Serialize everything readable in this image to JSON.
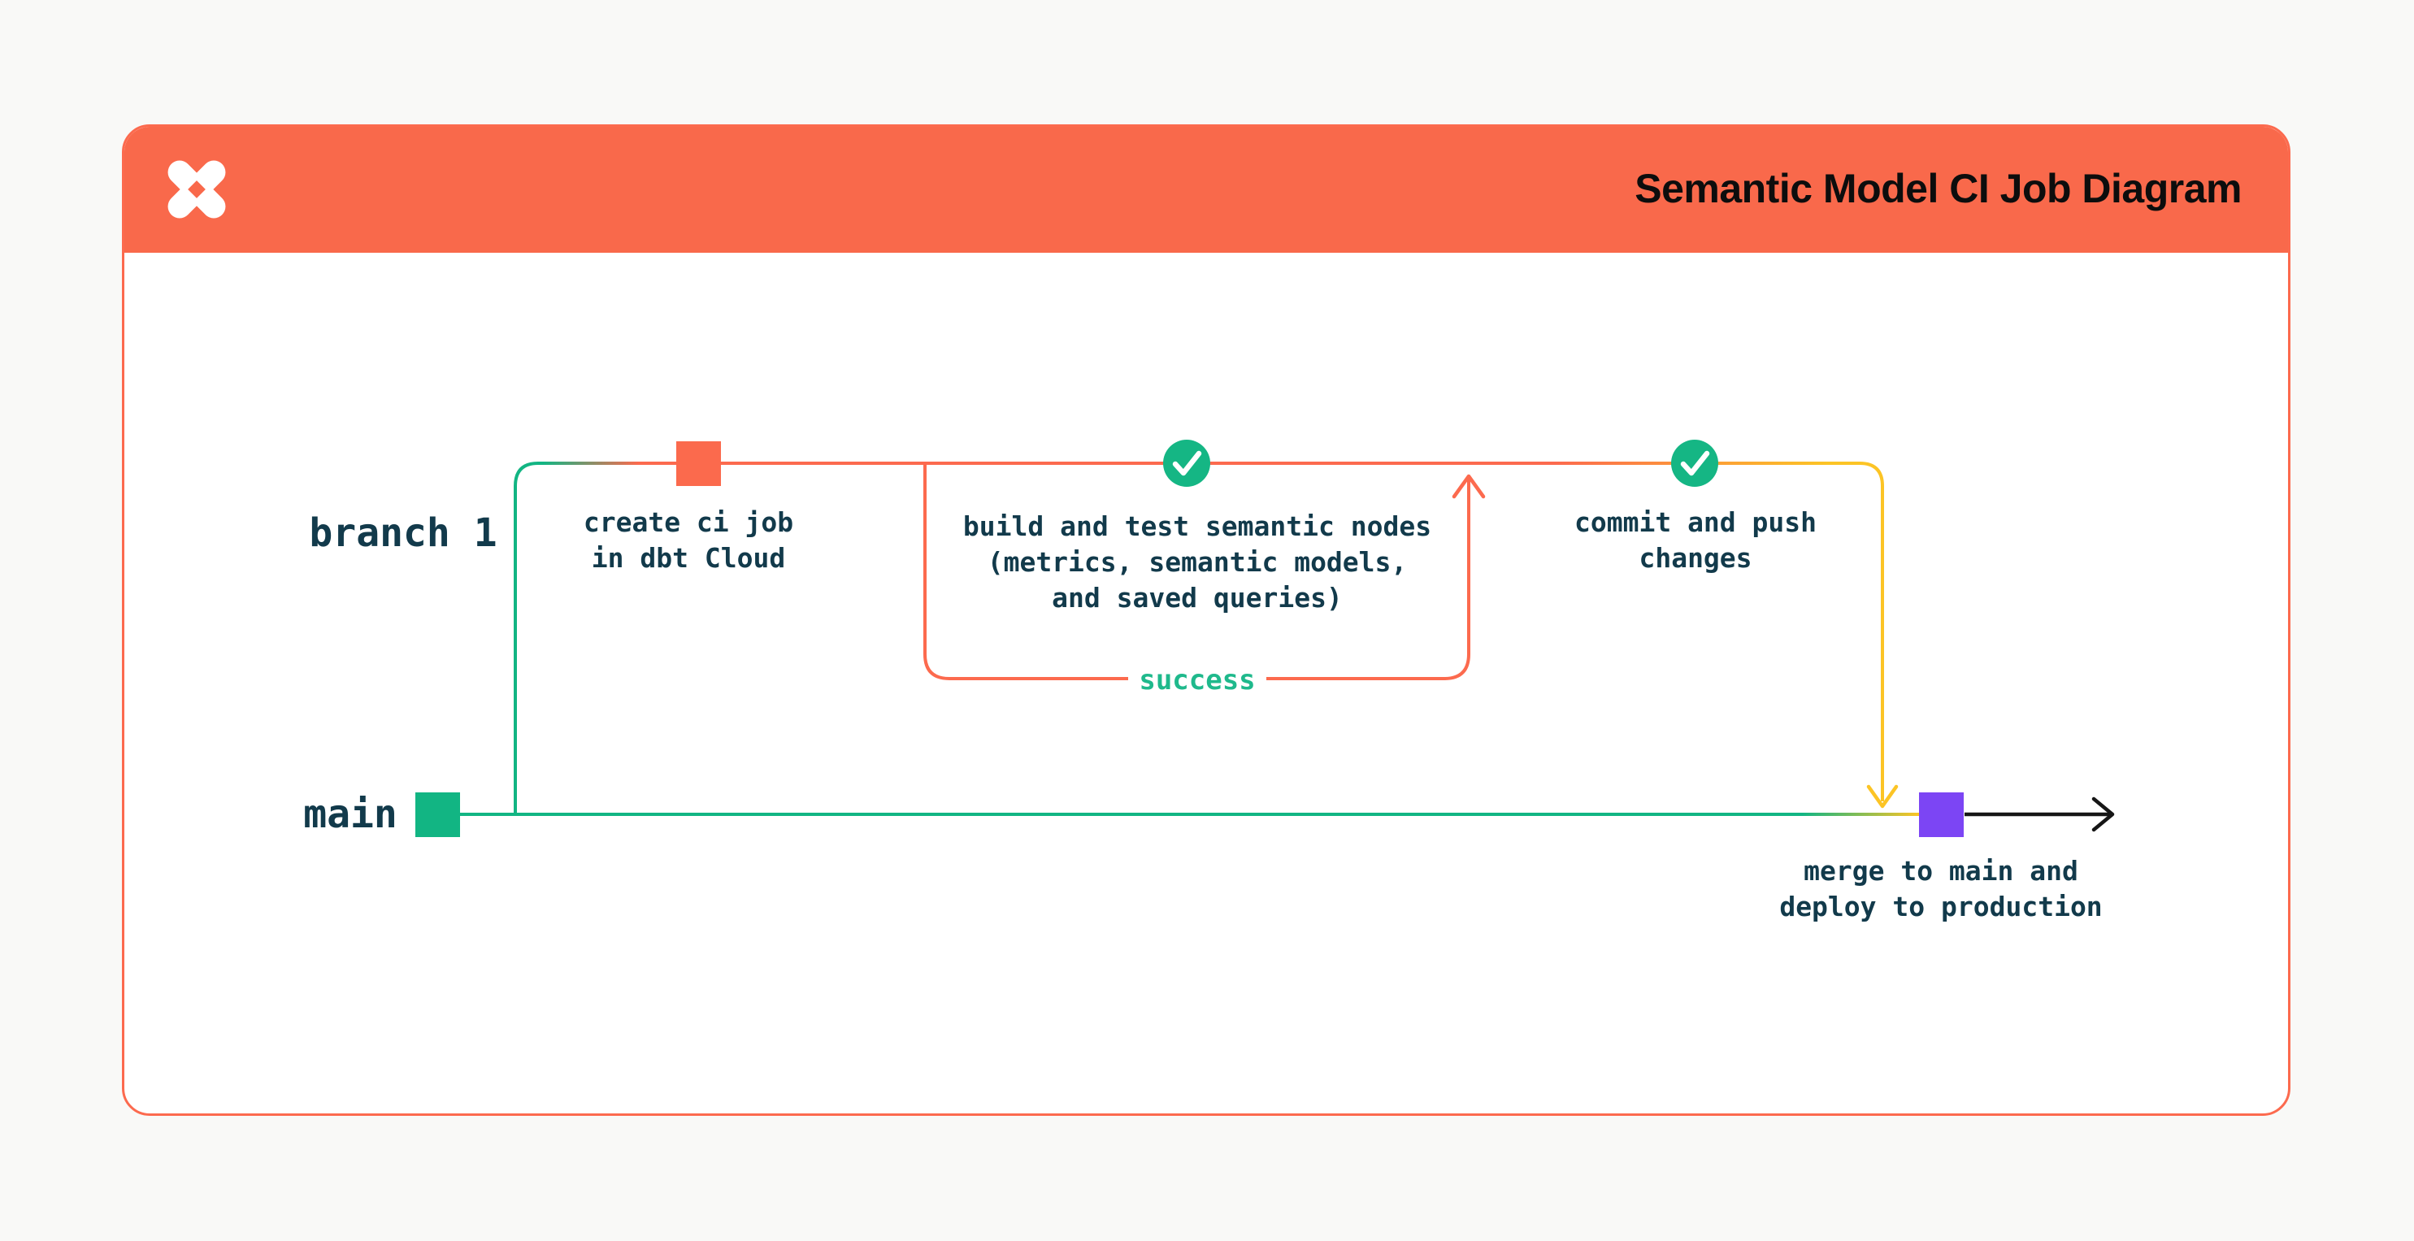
{
  "page": {
    "background": "#F9F9F7"
  },
  "header": {
    "title": "Semantic Model CI Job Diagram",
    "background": "#F9694B",
    "logo_icon": "dbt-logo"
  },
  "diagram": {
    "branch_labels": {
      "branch1": "branch 1",
      "main": "main"
    },
    "nodes": {
      "create_ci": {
        "label": "create ci job\nin dbt Cloud",
        "marker": "orange-commit-square"
      },
      "build_test": {
        "label": "build and test semantic nodes\n(metrics, semantic models,\nand saved queries)",
        "marker": "green-check-circle"
      },
      "commit_push": {
        "label": "commit and push\nchanges",
        "marker": "green-check-circle"
      },
      "merge": {
        "label": "merge to main and\ndeploy to production",
        "marker": "purple-commit-square"
      },
      "main_start": {
        "label": "",
        "marker": "green-commit-square"
      }
    },
    "loop": {
      "label": "success"
    }
  },
  "colors": {
    "orange": "#FC6A4E",
    "header_orange": "#F9694B",
    "teal_green": "#12B583",
    "check_circle_green": "#15B684",
    "yellow": "#FCC425",
    "purple": "#7C45F4",
    "text_dark": "#123A4B",
    "success_text_green": "#1FB98C",
    "arrow_black": "#161616",
    "card_bg": "#FFFFFF"
  }
}
